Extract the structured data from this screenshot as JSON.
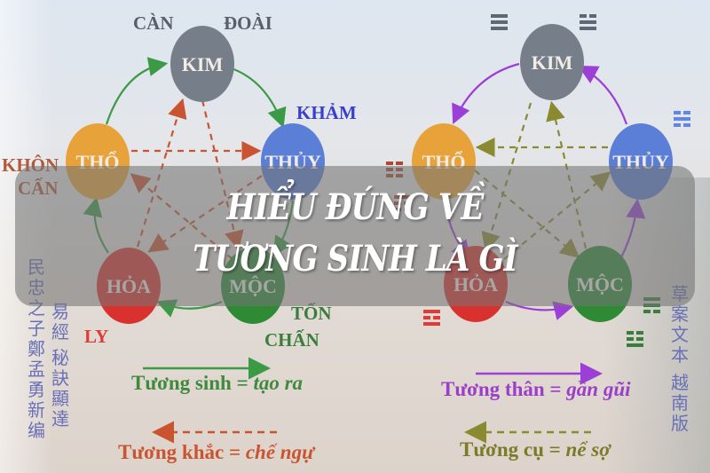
{
  "title": {
    "line1": "HIỂU ĐÚNG VỀ",
    "line2": "TƯƠNG SINH LÀ GÌ"
  },
  "colors": {
    "kim": "#767f89",
    "tho": "#e8a23a",
    "thuy": "#5b7fd6",
    "hoa": "#d9322e",
    "moc": "#2f8a35",
    "sinh_arrow": "#3a9a45",
    "khac_arrow": "#c9542f",
    "than_arrow": "#9b3fd6",
    "cu_arrow": "#8a8a30"
  },
  "left_diagram": {
    "nodes": {
      "kim": "KIM",
      "tho": "THỔ",
      "thuy": "THỦY",
      "hoa": "HỎA",
      "moc": "MỘC"
    },
    "trigram_labels": {
      "can": "CÀN",
      "doai": "ĐOÀI",
      "kham": "KHẢM",
      "khon": "KHÔN",
      "can2": "CẤN",
      "ly": "LY",
      "ton": "TỐN",
      "chan": "CHẤN"
    },
    "legend": {
      "sinh_term": "Tương sinh = ",
      "sinh_meaning": "tạo ra",
      "khac_term": "Tương khắc = ",
      "khac_meaning": "chế ngự"
    },
    "cjk_col1": [
      "民",
      "忠",
      "之",
      "子",
      "鄭",
      "孟",
      "勇",
      "新",
      "编"
    ],
    "cjk_col2": [
      "易",
      "經",
      "秘",
      "訣",
      "顯",
      "達"
    ]
  },
  "right_diagram": {
    "nodes": {
      "kim": "KIM",
      "tho": "THỔ",
      "thuy": "THỦY",
      "hoa": "HỎA",
      "moc": "MỘC"
    },
    "legend": {
      "than_term": "Tương thân = ",
      "than_meaning": "gần gũi",
      "cu_term": "Tương cụ = ",
      "cu_meaning": "nể sợ"
    },
    "cjk_col": [
      "草",
      "案",
      "文",
      "本",
      "越",
      "南",
      "版"
    ]
  }
}
